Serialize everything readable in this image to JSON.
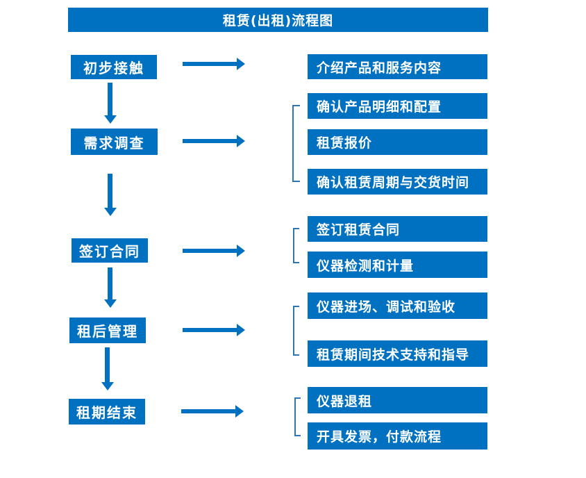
{
  "title": "租赁(出租)流程图",
  "colors": {
    "primary_blue": "#0070C0",
    "bracket_blue": "#2E75B6",
    "text_white": "#FFFFFF",
    "background": "#FFFFFF"
  },
  "flow": {
    "steps": [
      {
        "label": "初步接触",
        "details": [
          "介绍产品和服务内容"
        ]
      },
      {
        "label": "需求调查",
        "details": [
          "确认产品明细和配置",
          "租赁报价",
          "确认租赁周期与交货时间"
        ]
      },
      {
        "label": "签订合同",
        "details": [
          "签订租赁合同",
          "仪器检测和计量"
        ]
      },
      {
        "label": "租后管理",
        "details": [
          "仪器进场、调试和验收",
          "租赁期间技术支持和指导"
        ]
      },
      {
        "label": "租期结束",
        "details": [
          "仪器退租",
          "开具发票，付款流程"
        ]
      }
    ]
  }
}
